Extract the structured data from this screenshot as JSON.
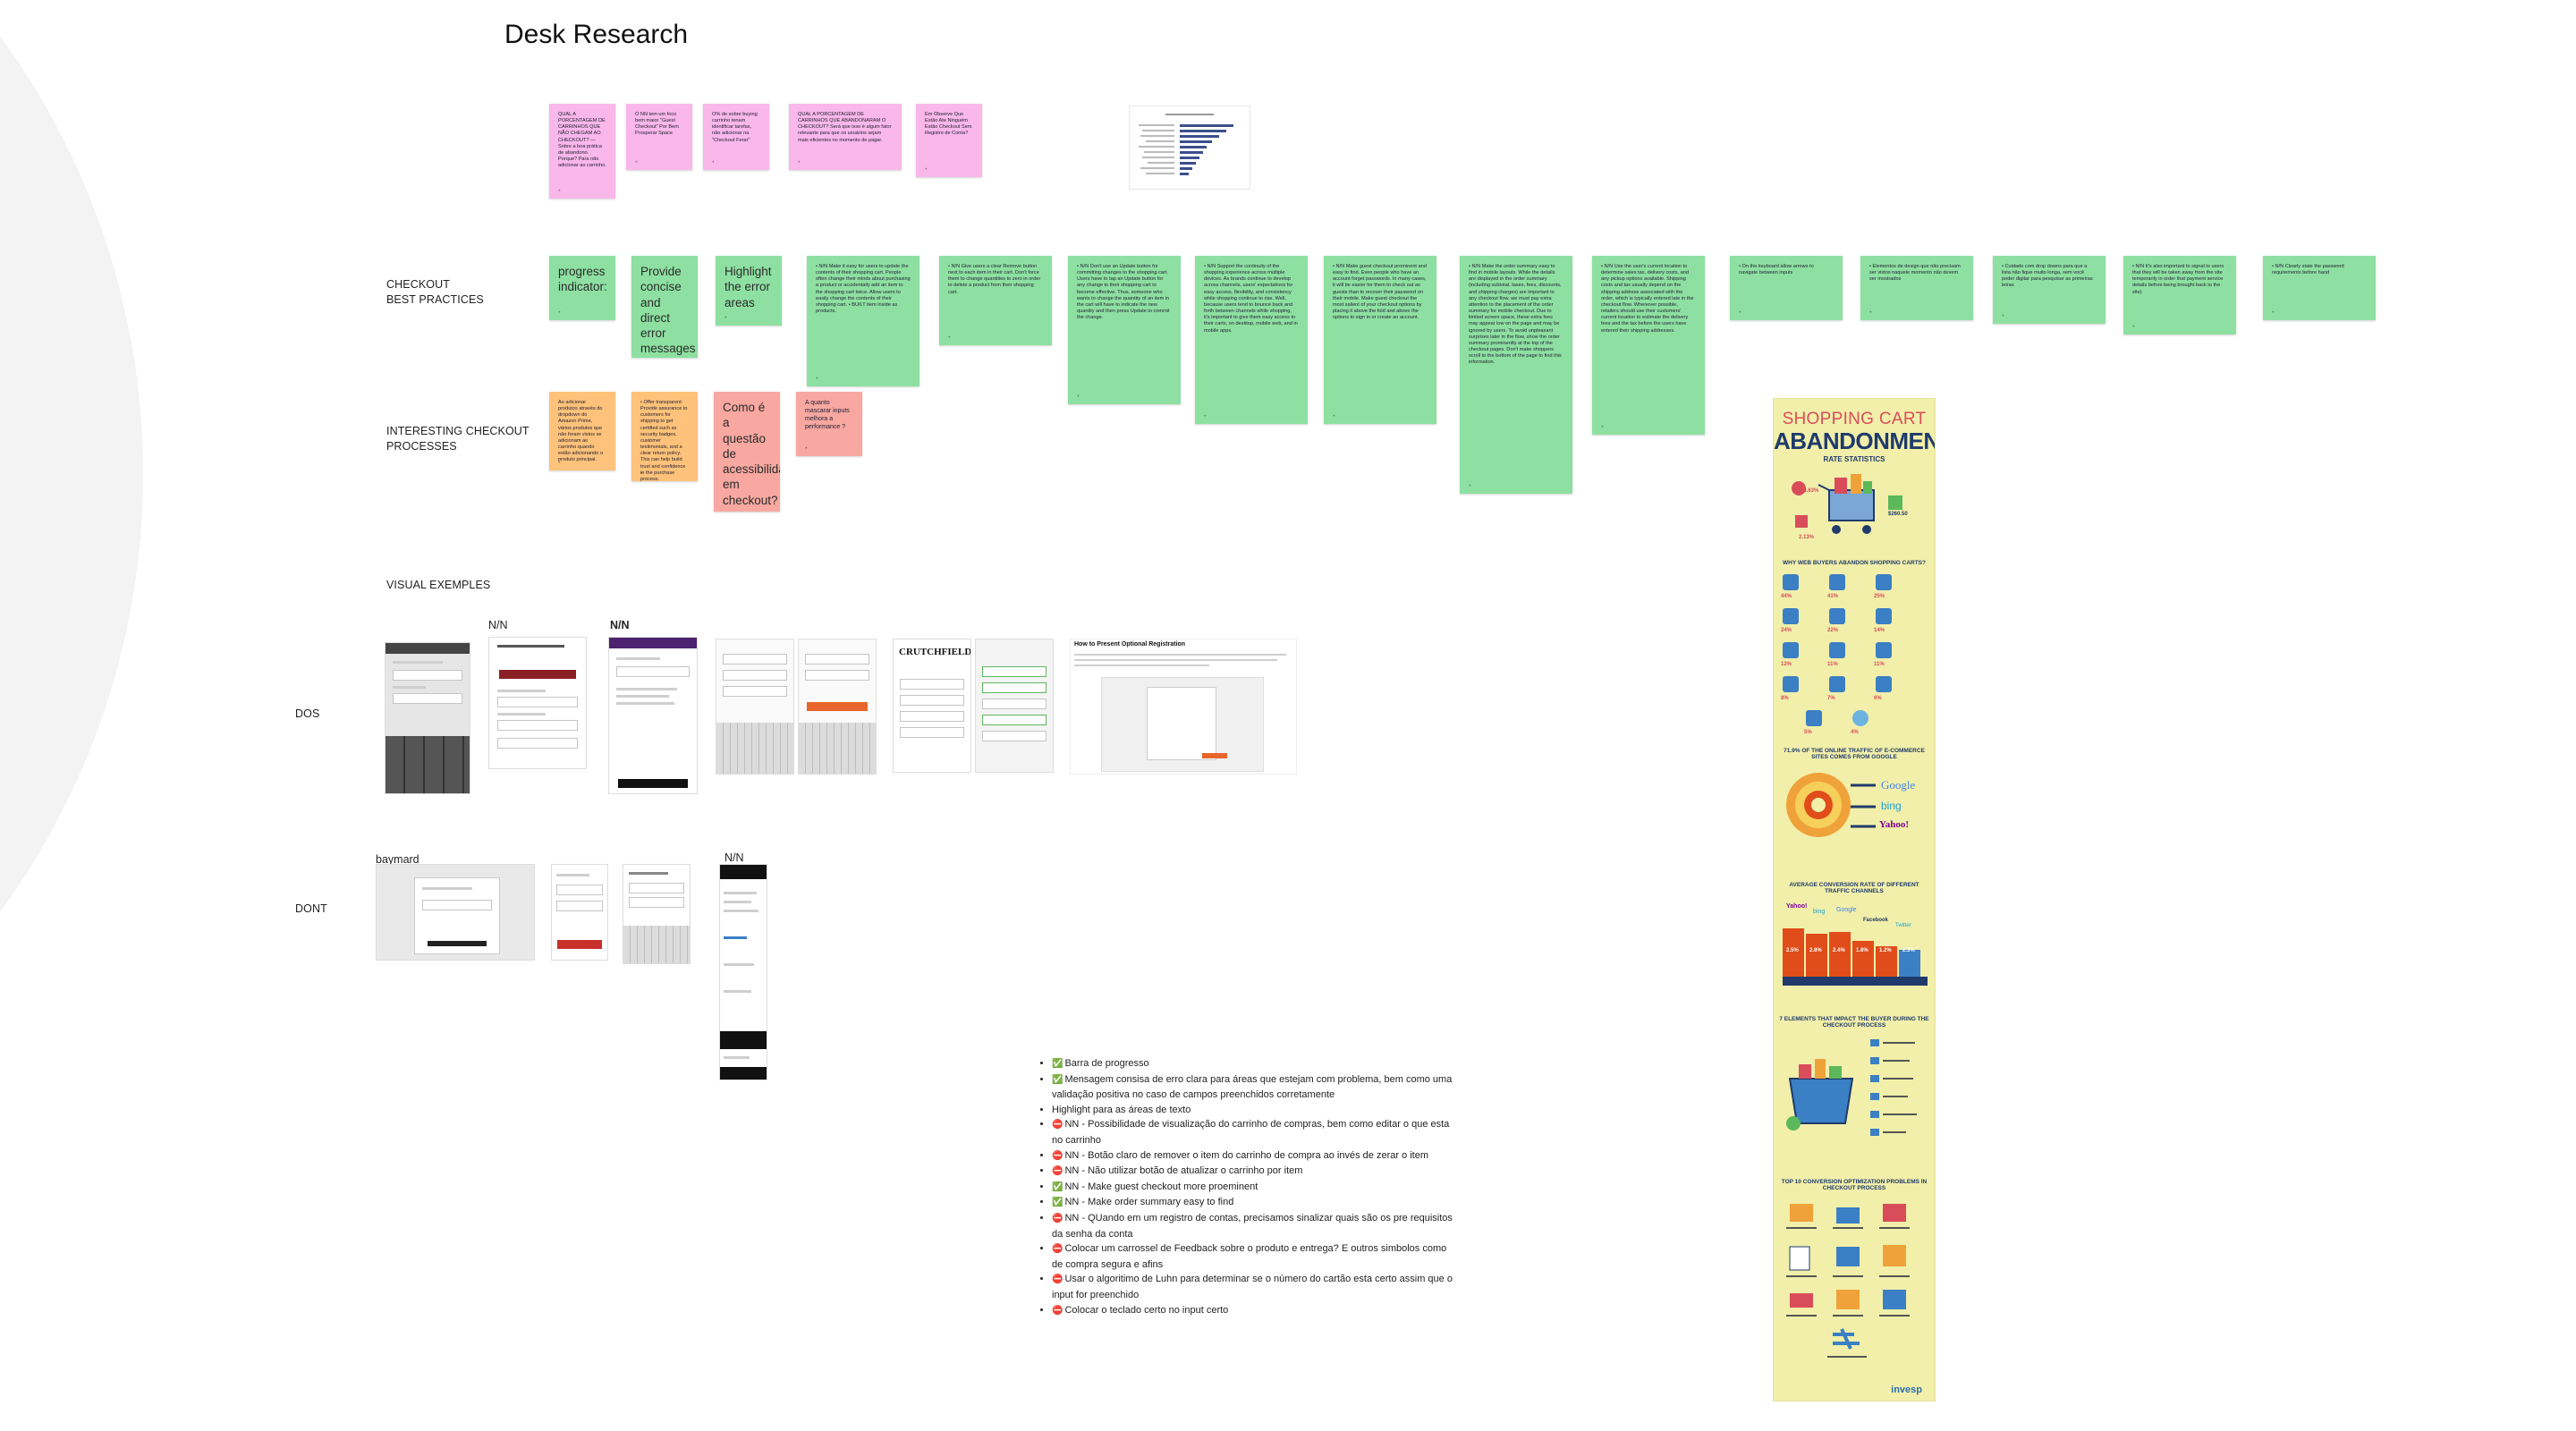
{
  "title": "Desk Research",
  "rows": {
    "checkout_best_practices": "CHECKOUT\nBEST PRACTICES",
    "interesting_checkout": "INTERESTING CHECKOUT\nPROCESSES",
    "visual_exemples": "VISUAL EXEMPLES",
    "dos": "DOS",
    "dont": "DONT"
  },
  "pink_notes": [
    "QUAL A PORCENTAGEM DE CARRINHOS QUE NÃO CHEGAM AO CHECKOUT? — Sobre a boa prática de abandono. Porque? Para não adicionar ao carrinho.",
    "O NN tem um foco bem maior \"Guest Checkout\" Por Bem Prosperar Space",
    "O% de sobre buying carrinho tenam identificar tarefas, não adicionar na \"Checkout Ferar\"",
    "QUAL A PORCENTAGEM DE CARRINHOS QUE ABANDONARAM O CHECKOUT? Será que isso é algum fator relevante para que os usuários sejam mais eficientes no momento de pagar.",
    "Em Observe Que Estão Ate Ninguém Estão Checkout Sem Registro de Conta?"
  ],
  "green_notes": [
    "progress indicator:",
    "Provide concise and direct error messages",
    "Highlight the error areas",
    "• N/N Make it easy for users to update the contents of their shopping cart. People often change their minds about purchasing a product or accidentally add an item to the shopping cart twice. Allow users to easily change the contents of their shopping cart. • BUILT item inside as products.",
    "• N/N Give users a clear Remove button next to each item in their cart. Don't force them to change quantities to zero in order to delete a product from their shopping cart.",
    "• N/N Don't use an Update button for committing changes to the shopping cart. Users have to tap an Update button for any change to their shopping cart to become effective. Thus, someone who wants to change the quantity of an item in the cart will have to indicate the new quantity and then press Update to commit the change.",
    "• N/N Support the continuity of the shopping experience across multiple devices. As brands continue to develop across channels, users' expectations for easy access, flexibility, and consistency while shopping continue to rise. Well, because users tend to bounce back and forth between channels while shopping, it's important to give them easy access to their carts, on desktop, mobile web, and in mobile apps.",
    "• N/N Make guest checkout prominent and easy to find. Even people who have an account forget passwords. In many cases, it will be easier for them to check out as guests than to recover their password on their mobile. Make guest checkout the most salient of your checkout options by placing it above the fold and above the options to sign in or create an account.",
    "• N/N Make the order summary easy to find in mobile layouts. While the details are displayed in the order summary (including subtotal, taxes, fees, discounts, and shipping charges) are important to any checkout flow, we must pay extra attention to the placement of the order summary for mobile checkout. Due to limited screen space, these extra fees may appear low on the page and may be ignored by users. To avoid unpleasant surprises later in the flow, show the order summary prominently at the top of the checkout pages. Don't make shoppers scroll to the bottom of the page to find this information.",
    "• N/N Use the user's current location to determine sales tax, delivery costs, and any pickup options available. Shipping costs and tax usually depend on the shipping address associated with the order, which is typically entered late in the checkout flow. Whenever possible, retailers should use their customers' current location to estimate the delivery fees and the tax before the users have entered their shipping addresses.",
    "• On the keyboard allow arrows to navigate between inputs",
    "• Elementos de design que não precisam ser vistos naquele momento não devem ser mostrados",
    "• Cuidado com drop downs para que a lista não fique muito longa, sem você poder digitar para pesquisar as primeiras letras",
    "• N/N It's also important to signal to users that they will be taken away from the site temporarily in order that payment service details before being brought back to the site)",
    "• N/N Clearly state the password requirements before hand"
  ],
  "interesting_notes": [
    "Ao adicionar produtos através do dropdown do Amazon Prime, vários produtos que não foram vistos se adicionam ao carrinho quando estão adicionando o produto principal.",
    "• Offer transparent: Provide assurance to customers for shipping to get certified such as security badges, customer testimonials, and a clear return policy. This can help build trust and confidence in the purchase process.",
    "Como é a questão de acessibilidade em checkout?",
    "A quanto mascarar inputs melhora a performance ?"
  ],
  "visual": {
    "nn_label": "N/N",
    "crutchfield_brand": "CRUTCHFIELD",
    "optional_registration_title": "How to Present Optional Registration",
    "baymard_label": "baymard"
  },
  "infographic": {
    "title_line1": "SHOPPING CART",
    "title_line2": "ABANDONMENT",
    "title_line3": "RATE STATISTICS",
    "stat_rate": "68.63%",
    "stat_value": "$260.50",
    "stat_conv": "2.13%",
    "section_why": "WHY WEB BUYERS ABANDON SHOPPING CARTS?",
    "section_traffic": "71.9% OF THE ONLINE TRAFFIC OF E-COMMERCE SITES COMES FROM GOOGLE",
    "section_conversion": "AVERAGE CONVERSION RATE OF DIFFERENT TRAFFIC CHANNELS",
    "section_elements": "7 ELEMENTS THAT IMPACT THE BUYER DURING THE CHECKOUT PROCESS",
    "section_top10": "TOP 10 CONVERSION OPTIMIZATION PROBLEMS IN CHECKOUT PROCESS",
    "search_engines": [
      "Google",
      "bing",
      "Yahoo!"
    ],
    "channels": [
      "Yahoo!",
      "bing",
      "Google",
      "Facebook",
      "Twitter"
    ],
    "reasons_pct": [
      "44%",
      "41%",
      "25%",
      "24%",
      "22%",
      "14%",
      "12%",
      "11%",
      "11%",
      "8%",
      "7%",
      "6%",
      "5%",
      "4%"
    ],
    "conversion_rates": [
      "2.5%",
      "2.8%",
      "2.4%",
      "1.8%",
      "1.2%",
      "2.3%"
    ],
    "footer_brand": "invesp"
  },
  "notes": [
    {
      "mark": "check",
      "text": "Barra de progresso"
    },
    {
      "mark": "check",
      "text": "Mensagem consisa de erro clara para áreas que estejam com problema, bem como uma validação positiva no caso de campos preenchidos corretamente"
    },
    {
      "mark": "none",
      "text": "Highlight para as áreas de texto"
    },
    {
      "mark": "no",
      "text": "NN - Possibilidade de visualização do carrinho de compras, bem como editar o que esta no carrinho"
    },
    {
      "mark": "no",
      "text": "NN - Botão claro de remover o item do carrinho de compra ao invés de zerar o item"
    },
    {
      "mark": "no",
      "text": "NN - Não utilizar botão de atualizar o carrinho por item"
    },
    {
      "mark": "check",
      "text": "NN - Make guest checkout more proeminent"
    },
    {
      "mark": "check",
      "text": "NN - Make order summary easy to find"
    },
    {
      "mark": "no",
      "text": "NN - QUando em um registro de contas, precisamos sinalizar quais são os pre requisitos da senha da conta"
    },
    {
      "mark": "no",
      "text": "Colocar um carrossel de Feedback sobre o produto e entrega? E outros simbolos como de compra segura e afins"
    },
    {
      "mark": "no",
      "text": "Usar o algoritimo de Luhn para determinar se o número do cartão esta certo assim que o input for preenchido"
    },
    {
      "mark": "no",
      "text": "Colocar o teclado certo no input certo"
    }
  ],
  "colors": {
    "pink": "#f9b7ea",
    "green": "#8ee0a2",
    "orange": "#ffc27a",
    "salmon": "#f8a8a1",
    "infographic_bg": "#f1efa9"
  }
}
